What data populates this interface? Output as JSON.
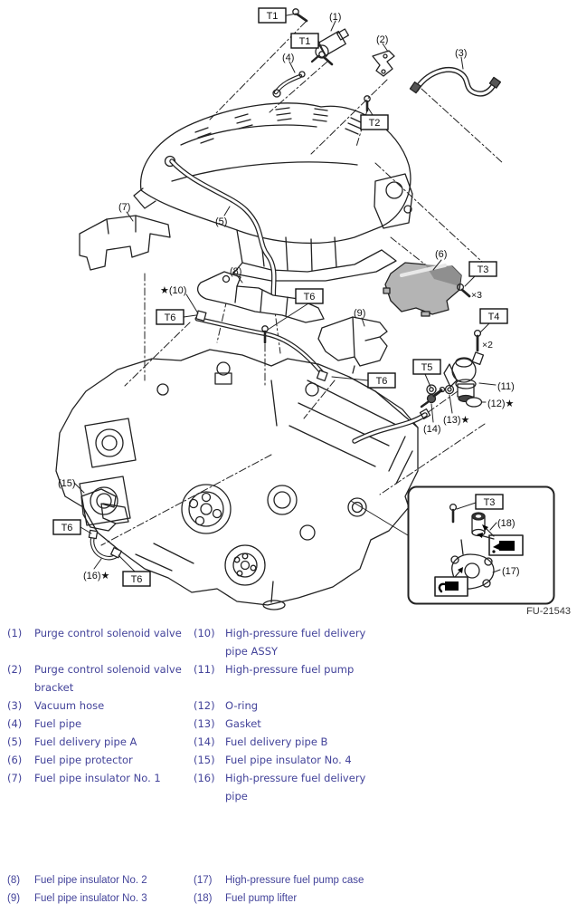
{
  "colors": {
    "legend_text": "#43439a",
    "line_art": "#222222",
    "protector_gray": "#b4b4b4",
    "figure_number_text": "#333333"
  },
  "diagram": {
    "fig_number": "FU-21543",
    "torque": {
      "t1a": "T1",
      "t1b": "T1",
      "t2": "T2",
      "t3": "T3",
      "t3_qty": "×3",
      "t4": "T4",
      "t4_qty": "×2",
      "t5": "T5",
      "t6a": "T6",
      "t6b": "T6",
      "t6c": "T6",
      "t6d": "T6",
      "t6e": "T6",
      "t3_inset": "T3"
    },
    "parts": {
      "p1": "(1)",
      "p2": "(2)",
      "p3": "(3)",
      "p4": "(4)",
      "p5": "(5)",
      "p6": "(6)",
      "p7": "(7)",
      "p8": "(8)",
      "p9": "(9)",
      "p10": "★(10)",
      "p11": "(11)",
      "p12": "(12)★",
      "p13": "(13)★",
      "p14": "(14)",
      "p15": "(15)",
      "p16": "(16)★",
      "p17": "(17)",
      "p18": "(18)"
    }
  },
  "legend": {
    "top": [
      {
        "ln": "(1)",
        "ll": "Purge control solenoid valve",
        "rn": "(10)",
        "rl": "High-pressure fuel delivery\npipe ASSY"
      },
      {
        "ln": "(2)",
        "ll": "Purge control solenoid valve\nbracket",
        "rn": "(11)",
        "rl": "High-pressure fuel pump"
      },
      {
        "ln": "(3)",
        "ll": "Vacuum hose",
        "rn": "(12)",
        "rl": "O-ring"
      },
      {
        "ln": "(4)",
        "ll": "Fuel pipe",
        "rn": "(13)",
        "rl": "Gasket"
      },
      {
        "ln": "(5)",
        "ll": "Fuel delivery pipe A",
        "rn": "(14)",
        "rl": "Fuel delivery pipe B"
      },
      {
        "ln": "(6)",
        "ll": "Fuel pipe protector",
        "rn": "(15)",
        "rl": "Fuel pipe insulator No. 4"
      },
      {
        "ln": "(7)",
        "ll": "Fuel pipe insulator No. 1",
        "rn": "(16)",
        "rl": "High-pressure fuel delivery\npipe"
      }
    ],
    "bottom": [
      {
        "ln": "(8)",
        "ll": "Fuel pipe insulator No. 2",
        "rn": "(17)",
        "rl": "High-pressure fuel pump case"
      },
      {
        "ln": "(9)",
        "ll": "Fuel pipe insulator No. 3",
        "rn": "(18)",
        "rl": "Fuel pump lifter"
      }
    ]
  }
}
